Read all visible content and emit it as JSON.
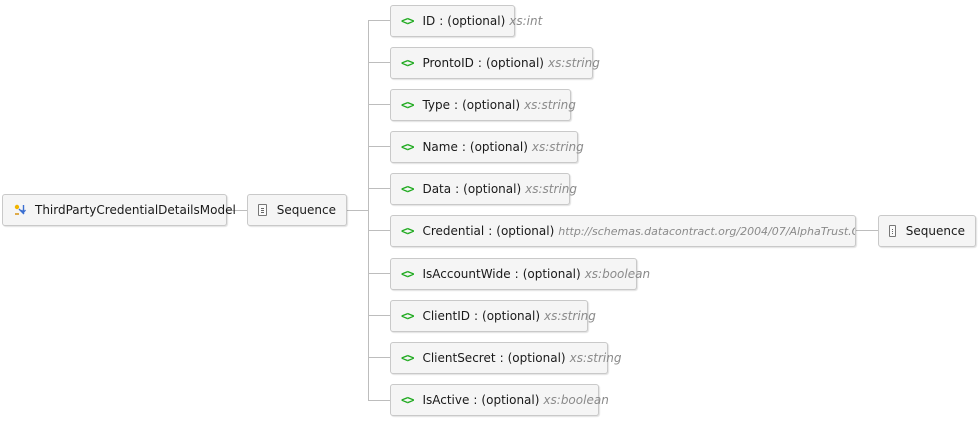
{
  "root": {
    "label": "ThirdPartyCredentialDetailsModel",
    "icon": "complex-type-icon"
  },
  "sequence": {
    "label": "Sequence",
    "icon": "sequence-icon"
  },
  "elements": [
    {
      "name": "ID",
      "colon": ":",
      "optional": "(optional)",
      "type": "xs:int"
    },
    {
      "name": "ProntoID",
      "colon": ":",
      "optional": "(optional)",
      "type": "xs:string"
    },
    {
      "name": "Type",
      "colon": ":",
      "optional": "(optional)",
      "type": "xs:string"
    },
    {
      "name": "Name",
      "colon": ":",
      "optional": "(optional)",
      "type": "xs:string"
    },
    {
      "name": "Data",
      "colon": ":",
      "optional": "(optional)",
      "type": "xs:string"
    },
    {
      "name": "Credential",
      "colon": ":",
      "optional": "(optional)",
      "type": "http://schemas.datacontract.org/2004/07/AlphaTrust.C..."
    },
    {
      "name": "IsAccountWide",
      "colon": ":",
      "optional": "(optional)",
      "type": "xs:boolean"
    },
    {
      "name": "ClientID",
      "colon": ":",
      "optional": "(optional)",
      "type": "xs:string"
    },
    {
      "name": "ClientSecret",
      "colon": ":",
      "optional": "(optional)",
      "type": "xs:string"
    },
    {
      "name": "IsActive",
      "colon": ":",
      "optional": "(optional)",
      "type": "xs:boolean"
    }
  ],
  "element_icon_glyph": "<>",
  "credential_sequence": {
    "label": "Sequence",
    "icon": "sequence-icon"
  },
  "colors": {
    "element_icon": "#1faa1f",
    "type_text": "#8a8a8a",
    "connector": "#bdbdbd",
    "node_border": "#c9c9c9",
    "node_bg": "#f5f5f5"
  }
}
